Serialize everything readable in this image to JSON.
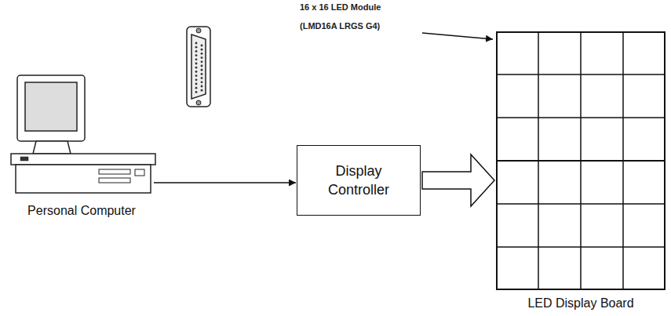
{
  "diagram": {
    "nodes": [
      {
        "text": [
          "Personal Computer"
        ]
      },
      {
        "text": [
          "Display Controller"
        ]
      },
      {
        "text": [
          "LED Display Board"
        ]
      }
    ],
    "edges": [
      {
        "from": 0,
        "to": 1,
        "arrow": "to"
      },
      {
        "from": 1,
        "to": 2,
        "arrow": "to"
      }
    ],
    "labels": [
      "16 x 16 LED Module",
      "(LMD16A LRGS G4)"
    ]
  }
}
